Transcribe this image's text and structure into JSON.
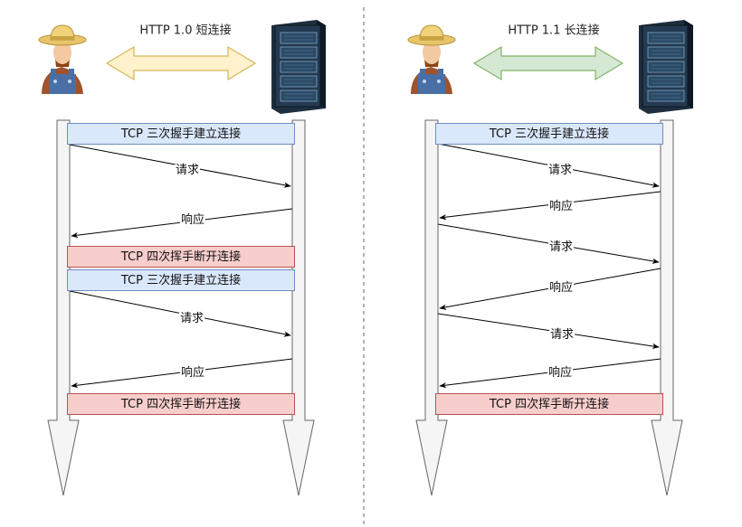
{
  "panels": [
    {
      "title": "HTTP 1.0 短连接",
      "arrow_fill": "#fff2cc",
      "arrow_stroke": "#d6b656",
      "bands": [
        {
          "text": "TCP 三次握手建立连接",
          "kind": "open"
        },
        {
          "text": "TCP 四次挥手断开连接",
          "kind": "close"
        },
        {
          "text": "TCP 三次握手建立连接",
          "kind": "open"
        },
        {
          "text": "TCP 四次挥手断开连接",
          "kind": "close"
        }
      ],
      "messages": [
        {
          "text": "请求",
          "dir": "to-server"
        },
        {
          "text": "响应",
          "dir": "to-client"
        },
        {
          "text": "请求",
          "dir": "to-server"
        },
        {
          "text": "响应",
          "dir": "to-client"
        }
      ]
    },
    {
      "title": "HTTP 1.1 长连接",
      "arrow_fill": "#d5e8d4",
      "arrow_stroke": "#82b366",
      "bands": [
        {
          "text": "TCP 三次握手建立连接",
          "kind": "open"
        },
        {
          "text": "TCP 四次挥手断开连接",
          "kind": "close"
        }
      ],
      "messages": [
        {
          "text": "请求",
          "dir": "to-server"
        },
        {
          "text": "响应",
          "dir": "to-client"
        },
        {
          "text": "请求",
          "dir": "to-server"
        },
        {
          "text": "响应",
          "dir": "to-client"
        },
        {
          "text": "请求",
          "dir": "to-server"
        },
        {
          "text": "响应",
          "dir": "to-client"
        }
      ]
    }
  ],
  "colors": {
    "open_band_fill": "#dae8fc",
    "close_band_fill": "#f8cecc",
    "lifeline_fill": "#f5f5f5",
    "divider": "#666666"
  },
  "icons": {
    "client": "farmer-user-icon",
    "server": "server-rack-icon"
  }
}
